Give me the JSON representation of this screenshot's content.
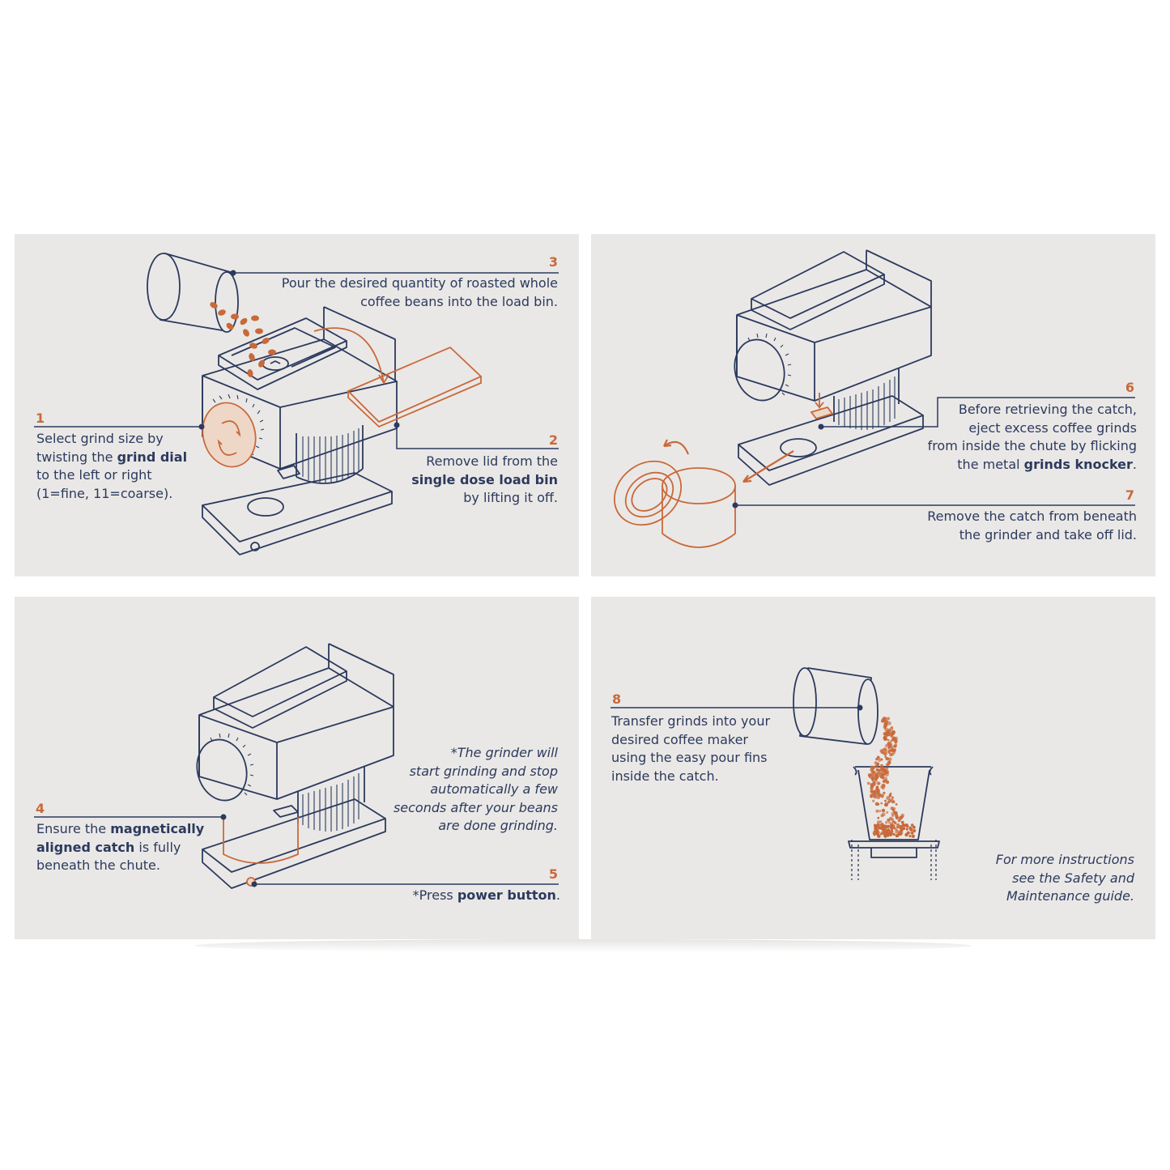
{
  "colors": {
    "panel": "#eae8e6",
    "navy": "#2b3a5e",
    "orange": "#c8693a"
  },
  "steps": {
    "s1": {
      "num": "1",
      "l1": "Select grind size by",
      "l2a": "twisting the ",
      "l2b": "grind dial",
      "l3": "to the left or right",
      "l4": "(1=fine, 11=coarse)."
    },
    "s2": {
      "num": "2",
      "l1": "Remove lid from the",
      "l2": "single dose load bin",
      "l3": "by lifting it off."
    },
    "s3": {
      "num": "3",
      "l1": "Pour the desired quantity of roasted whole",
      "l2": "coffee beans into the load bin."
    },
    "s4": {
      "num": "4",
      "l1a": "Ensure the ",
      "l1b": "magnetically",
      "l2a": "aligned catch",
      "l2b": " is fully",
      "l3": "beneath the chute."
    },
    "s5": {
      "num": "5",
      "a": "*Press ",
      "b": "power button",
      "c": "."
    },
    "s6": {
      "num": "6",
      "l1": "Before retrieving the catch,",
      "l2": "eject excess coffee grinds",
      "l3": "from inside the chute by flicking",
      "l4a": "the metal ",
      "l4b": "grinds knocker",
      "l4c": "."
    },
    "s7": {
      "num": "7",
      "l1": "Remove the catch from beneath",
      "l2": "the grinder and take off lid."
    },
    "s8": {
      "num": "8",
      "l1": "Transfer grinds into your",
      "l2": "desired coffee maker",
      "l3": "using the easy pour fins",
      "l4": "inside the catch."
    }
  },
  "note_auto": {
    "l1": "*The grinder will",
    "l2": "start grinding and stop",
    "l3": "automatically a few",
    "l4": "seconds after your beans",
    "l5": "are done grinding."
  },
  "note_more": {
    "l1": "For more instructions",
    "l2": "see the Safety and",
    "l3": "Maintenance guide."
  }
}
